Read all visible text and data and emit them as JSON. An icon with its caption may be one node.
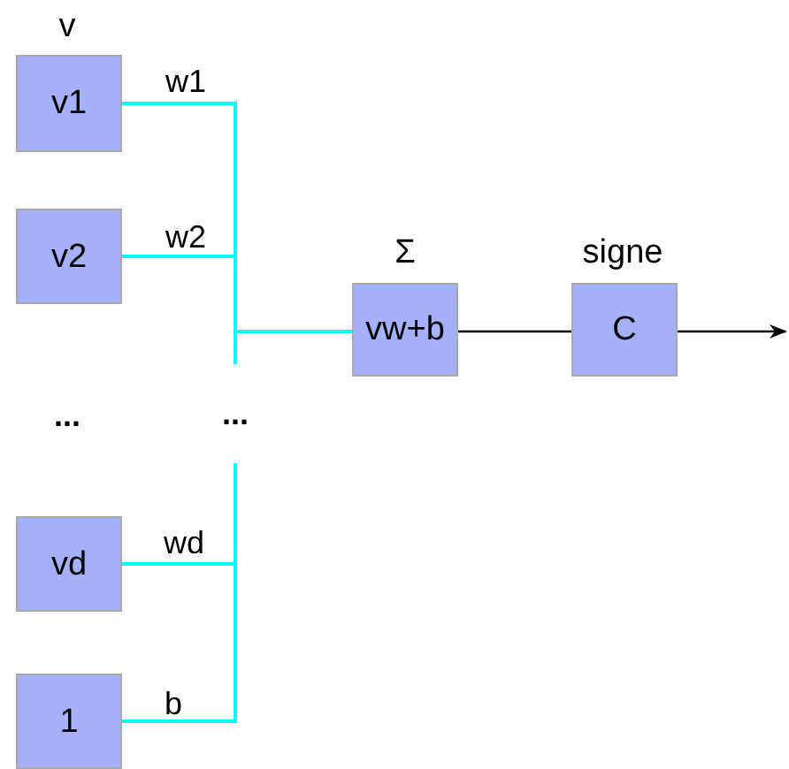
{
  "diagram": {
    "nodes": [
      {
        "text": [
          "v1"
        ],
        "beside": [
          "v"
        ]
      },
      {
        "text": [
          "v2"
        ]
      },
      {
        "text": [
          "vd"
        ]
      },
      {
        "text": [
          "1"
        ]
      },
      {
        "text": [
          "vw+b"
        ],
        "beside": [
          "Σ"
        ]
      },
      {
        "text": [
          "C"
        ],
        "beside": [
          "signe"
        ]
      },
      {
        "text": [
          "..."
        ]
      }
    ],
    "edges": [
      {
        "from": 0,
        "to": 4,
        "arrow": "none",
        "label": "w1"
      },
      {
        "from": 1,
        "to": 4,
        "arrow": "none",
        "label": "w2"
      },
      {
        "from": 2,
        "to": 6,
        "arrow": "none",
        "label": "wd"
      },
      {
        "from": 3,
        "to": 6,
        "arrow": "none",
        "label": "b"
      },
      {
        "from": 6,
        "to": 4,
        "arrow": "none"
      },
      {
        "from": 4,
        "to": 5,
        "arrow": "none",
        "color": "#000000"
      },
      {
        "from": 5,
        "to": null,
        "arrow": "to",
        "color": "#000000"
      }
    ],
    "labels": [
      "..."
    ]
  }
}
